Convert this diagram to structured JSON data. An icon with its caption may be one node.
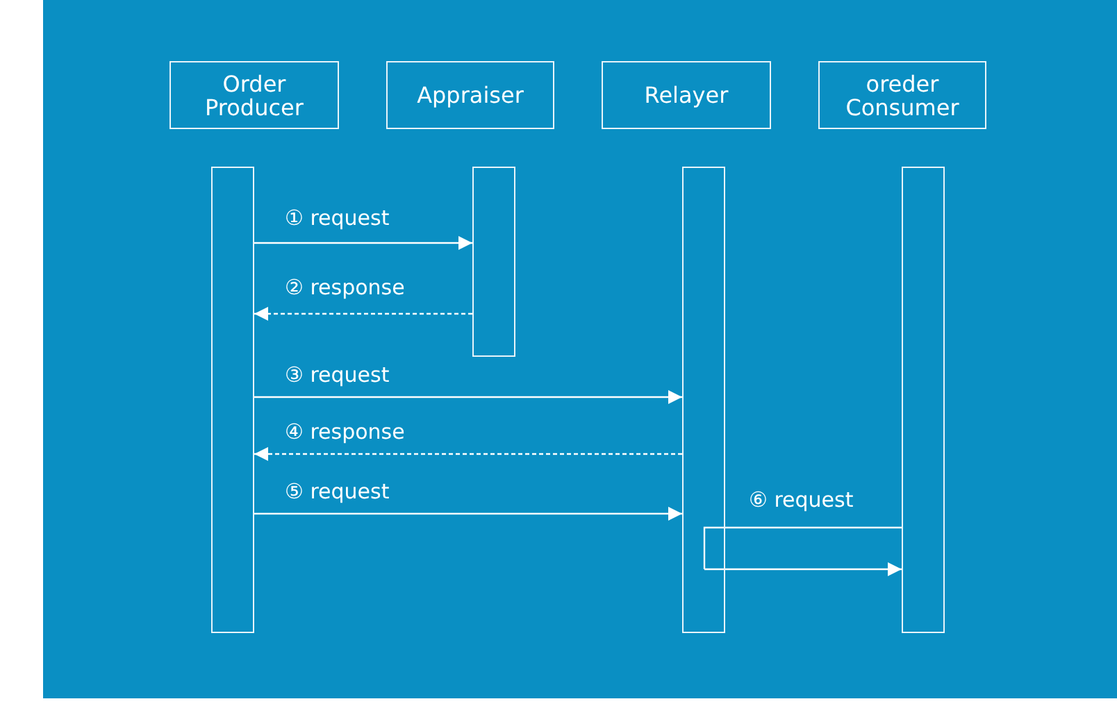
{
  "diagram": {
    "nodes": [
      {
        "text": [
          "Order Producer"
        ]
      },
      {
        "text": [
          "Appraiser"
        ]
      },
      {
        "text": [
          "Relayer"
        ]
      },
      {
        "text": [
          "oreder Consumer"
        ]
      },
      {
        "text": [],
        "shape": "bar"
      },
      {
        "text": [],
        "shape": "bar"
      },
      {
        "text": [],
        "shape": "bar"
      },
      {
        "text": [],
        "shape": "bar"
      }
    ],
    "edges": [
      {
        "from": 4,
        "to": 5,
        "arrow": "to",
        "label": "① request"
      },
      {
        "from": 5,
        "to": 4,
        "arrow": "to",
        "label": "② response",
        "style": "dashed"
      },
      {
        "from": 4,
        "to": 6,
        "arrow": "to",
        "label": "③ request"
      },
      {
        "from": 6,
        "to": 4,
        "arrow": "to",
        "label": "④ response",
        "style": "dashed"
      },
      {
        "from": 4,
        "to": 6,
        "arrow": "to",
        "label": "⑤ request"
      },
      {
        "from": 6,
        "to": 7,
        "arrow": "to",
        "label": "⑥ request"
      }
    ]
  }
}
